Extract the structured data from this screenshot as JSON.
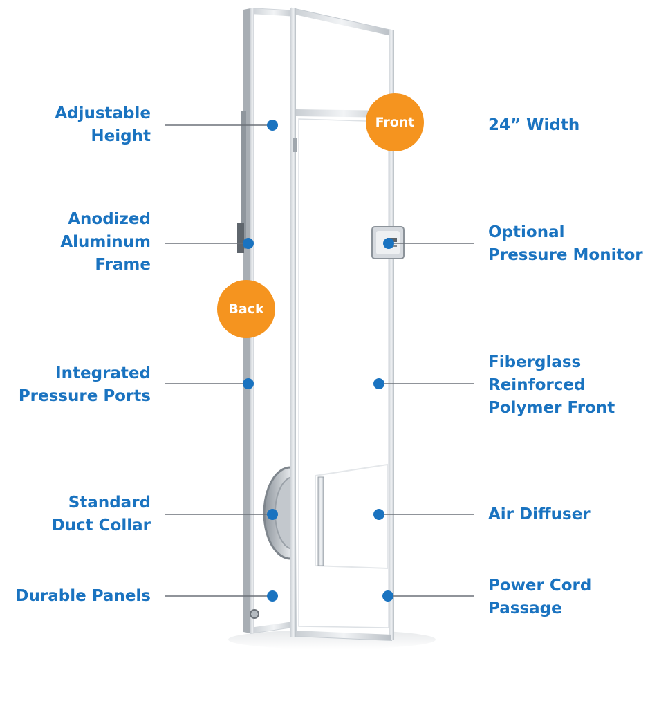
{
  "colors": {
    "label": "#1a73c0",
    "dot": "#1a73c0",
    "leader": "#6b7178",
    "badge": "#f5941f",
    "frame": "#d9dde1",
    "panel": "#ffffff"
  },
  "badges": {
    "front": "Front",
    "back": "Back"
  },
  "left_labels": [
    {
      "lines": [
        "Adjustable",
        "Height"
      ]
    },
    {
      "lines": [
        "Anodized",
        "Aluminum",
        "Frame"
      ]
    },
    {
      "lines": [
        "Integrated",
        "Pressure Ports"
      ]
    },
    {
      "lines": [
        "Standard",
        "Duct Collar"
      ]
    },
    {
      "lines": [
        "Durable Panels"
      ]
    }
  ],
  "right_labels": [
    {
      "lines": [
        "24” Width"
      ]
    },
    {
      "lines": [
        "Optional",
        "Pressure Monitor"
      ]
    },
    {
      "lines": [
        "Fiberglass",
        "Reinforced",
        "Polymer Front"
      ]
    },
    {
      "lines": [
        "Air Diffuser"
      ]
    },
    {
      "lines": [
        "Power Cord",
        "Passage"
      ]
    }
  ]
}
